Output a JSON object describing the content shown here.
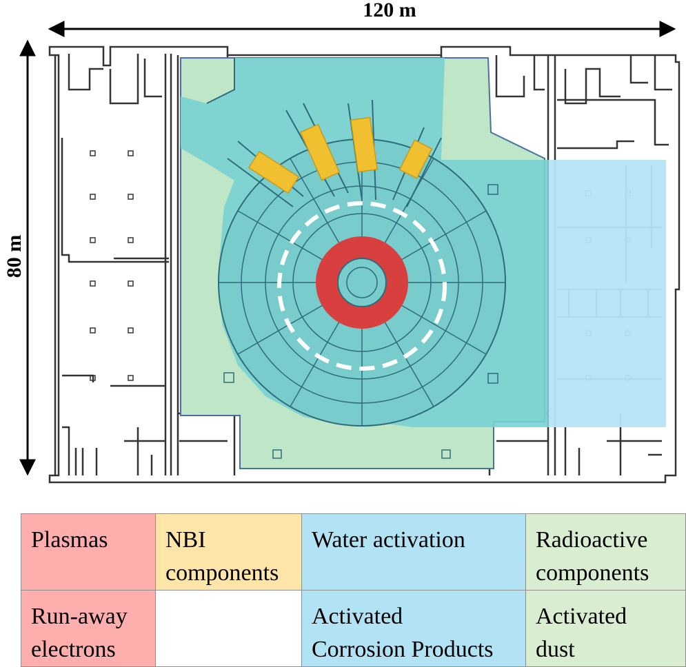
{
  "dimensions": {
    "width": "120 m",
    "height": "80 m"
  },
  "colors": {
    "plasma": "#ffaeae",
    "nbi": "#ffe6a8",
    "water": "#b1e3f4",
    "radioactive": "#d9eed0",
    "plasma_zone": "#d84040",
    "nbi_zone": "#f0c030",
    "water_zone": "#b6e4f6",
    "green_zone": "#bfe6c6",
    "cyan_zone": "#78d2d2"
  },
  "legend": {
    "row1": {
      "plasmas": "Plasmas",
      "nbi_line1": "NBI",
      "nbi_line2": "components",
      "water": "Water activation",
      "radio_line1": "Radioactive",
      "radio_line2": "components"
    },
    "row2": {
      "runaway_line1": "Run-away",
      "runaway_line2": "electrons",
      "empty": "",
      "acp_line1": "Activated",
      "acp_line2": "Corrosion Products",
      "dust_line1": "Activated",
      "dust_line2": "dust"
    }
  }
}
